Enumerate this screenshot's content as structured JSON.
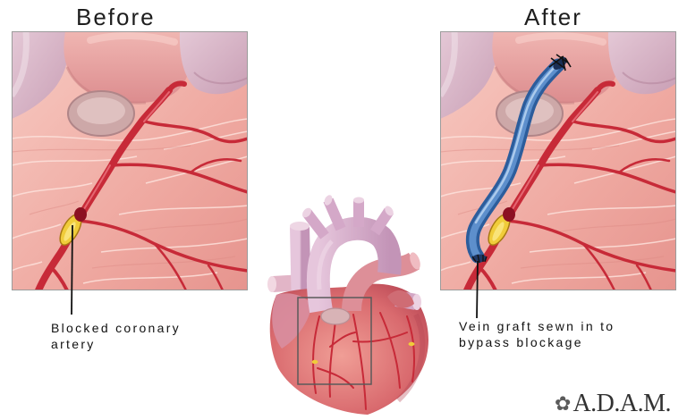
{
  "titles": {
    "before": "Before",
    "after": "After"
  },
  "callouts": {
    "blocked_artery": [
      "Blocked coronary",
      "artery"
    ],
    "vein_graft": [
      "Vein graft sewn in to",
      "bypass blockage"
    ]
  },
  "logo": {
    "symbol": "✿",
    "text": "A.D.A.M."
  },
  "colors": {
    "coronary_artery": "#c72a38",
    "vein_graft": "#2c5d9c",
    "plaque": "#f0cc3a",
    "heart_muscle": "#f0b2ab",
    "great_vessels": "#d5aecb"
  }
}
